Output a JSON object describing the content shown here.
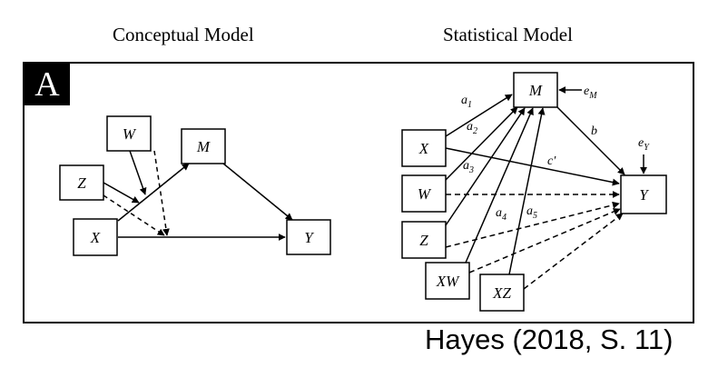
{
  "headings": {
    "left": "Conceptual Model",
    "right": "Statistical Model"
  },
  "panel_label": "A",
  "conceptual": {
    "W": "W",
    "M": "M",
    "Z": "Z",
    "X": "X",
    "Y": "Y"
  },
  "statistical": {
    "M": "M",
    "X": "X",
    "W": "W",
    "Z": "Z",
    "XW": "XW",
    "XZ": "XZ",
    "Y": "Y",
    "eM_base": "e",
    "eM_sub": "M",
    "eY_base": "e",
    "eY_sub": "Y",
    "a1_base": "a",
    "a1_sub": "1",
    "a2_base": "a",
    "a2_sub": "2",
    "a3_base": "a",
    "a3_sub": "3",
    "a4_base": "a",
    "a4_sub": "4",
    "a5_base": "a",
    "a5_sub": "5",
    "b": "b",
    "c_prime": "c′"
  },
  "citation": "Hayes (2018, S. 11)"
}
